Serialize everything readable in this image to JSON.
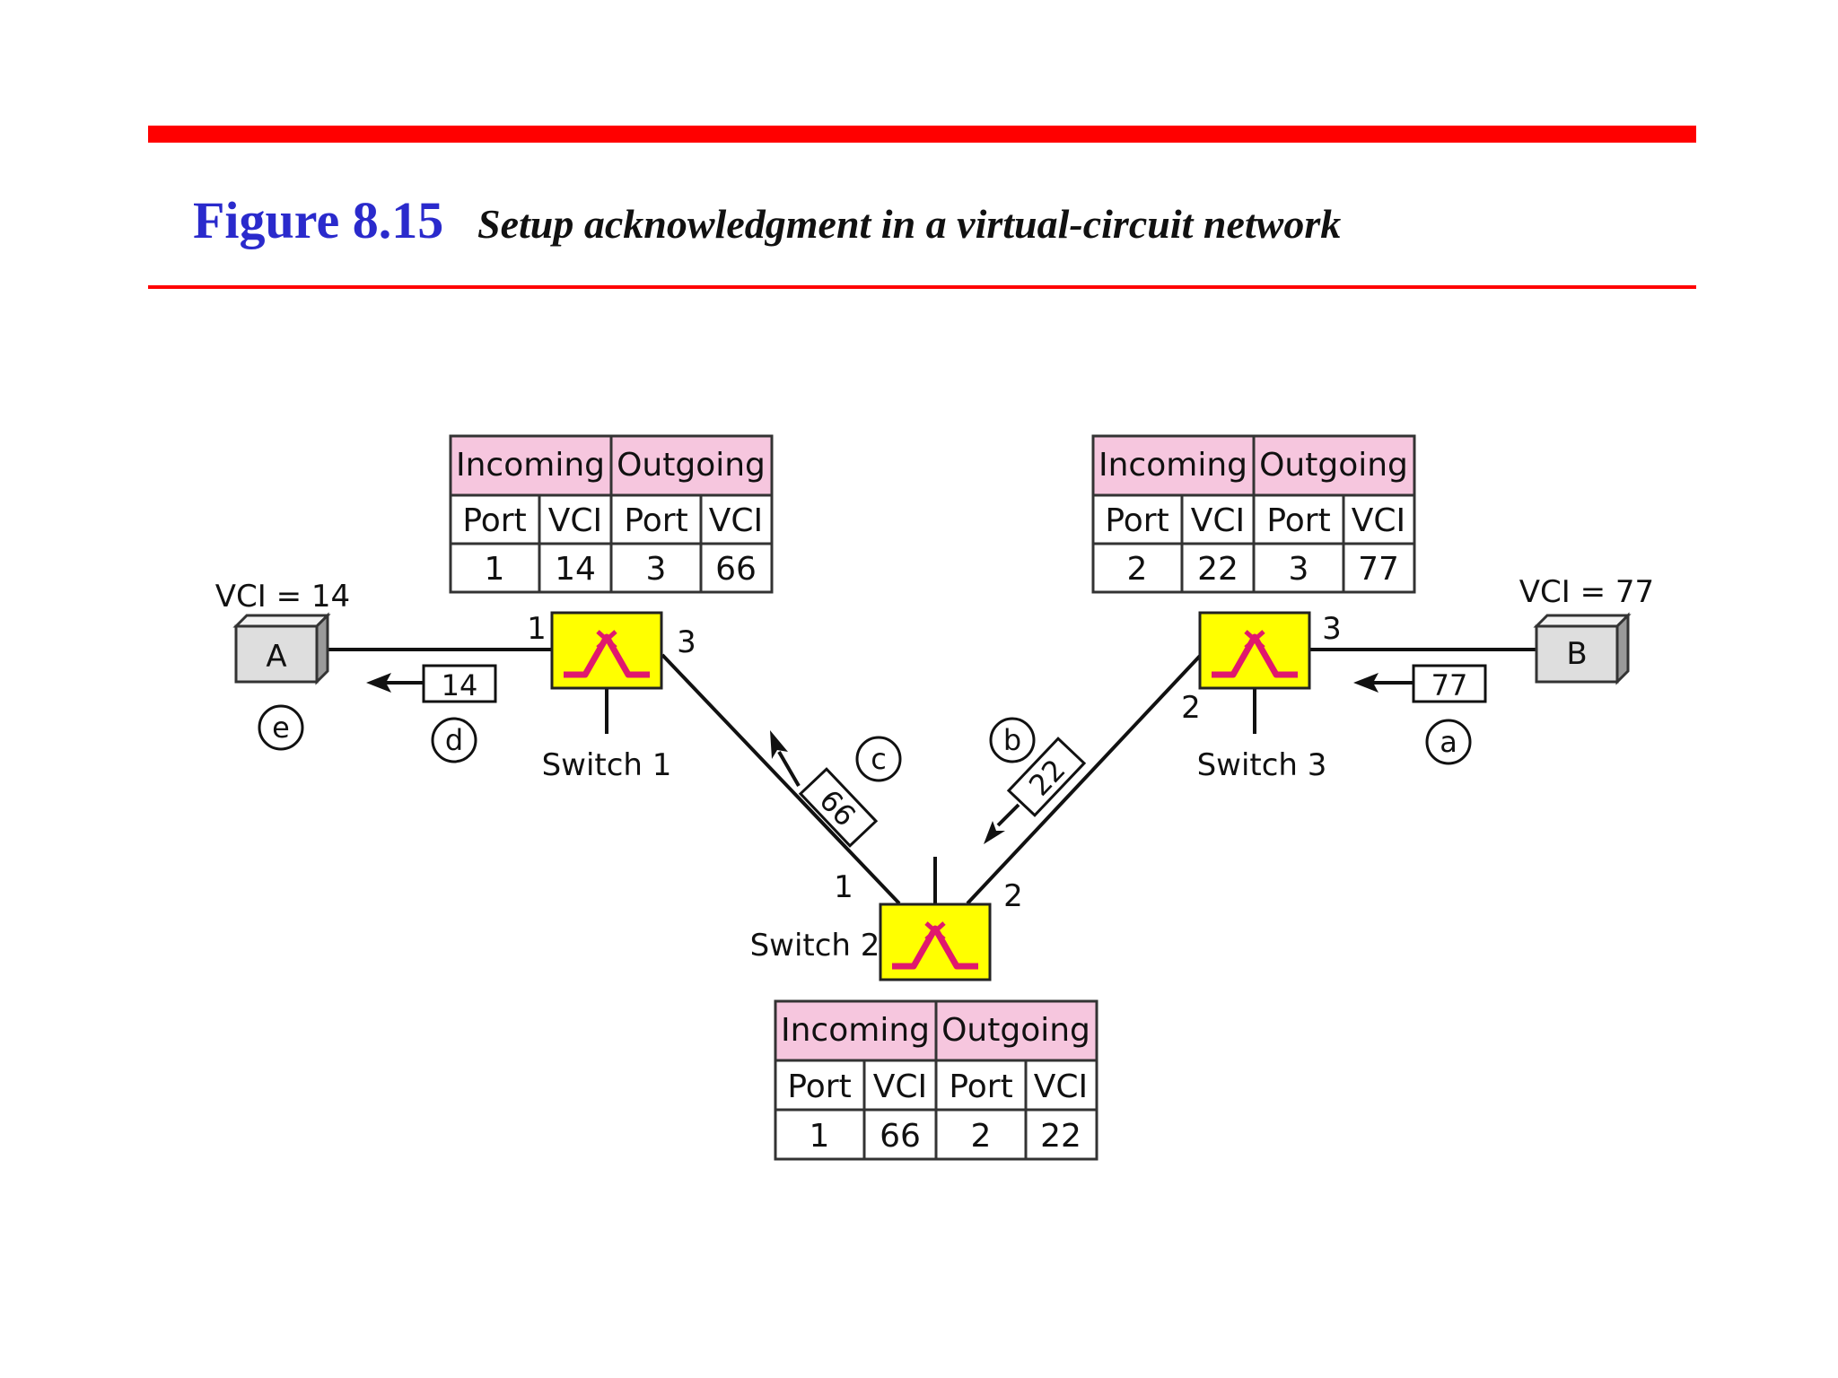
{
  "figure": {
    "number": "Figure 8.15",
    "caption": "Setup acknowledgment in a virtual-circuit network",
    "accent_color": "#ff0000",
    "title_color": "#2a2acc"
  },
  "table_headers": {
    "incoming": "Incoming",
    "outgoing": "Outgoing",
    "port": "Port",
    "vci": "VCI"
  },
  "tables": [
    {
      "id": "switch-1",
      "row": {
        "in_port": "1",
        "in_vci": "14",
        "out_port": "3",
        "out_vci": "66"
      }
    },
    {
      "id": "switch-3",
      "row": {
        "in_port": "2",
        "in_vci": "22",
        "out_port": "3",
        "out_vci": "77"
      }
    },
    {
      "id": "switch-2",
      "row": {
        "in_port": "1",
        "in_vci": "66",
        "out_port": "2",
        "out_vci": "22"
      }
    }
  ],
  "switches": [
    {
      "id": "switch-1",
      "label": "Switch 1",
      "ports": [
        "1",
        "3"
      ]
    },
    {
      "id": "switch-2",
      "label": "Switch 2",
      "ports": [
        "1",
        "2"
      ]
    },
    {
      "id": "switch-3",
      "label": "Switch 3",
      "ports": [
        "2",
        "3"
      ]
    }
  ],
  "hosts": [
    {
      "id": "A",
      "label": "A",
      "vci_label": "VCI = 14"
    },
    {
      "id": "B",
      "label": "B",
      "vci_label": "VCI = 77"
    }
  ],
  "frames": [
    {
      "step": "a",
      "vci": "77"
    },
    {
      "step": "b",
      "vci": "22"
    },
    {
      "step": "c",
      "vci": "66"
    },
    {
      "step": "d",
      "vci": "14"
    },
    {
      "step": "e",
      "vci": ""
    }
  ],
  "colors": {
    "switch_fill": "#ffff00",
    "switch_symbol": "#e0186e",
    "table_header_fill": "#f6c6de",
    "host_fill": "#dedede"
  }
}
